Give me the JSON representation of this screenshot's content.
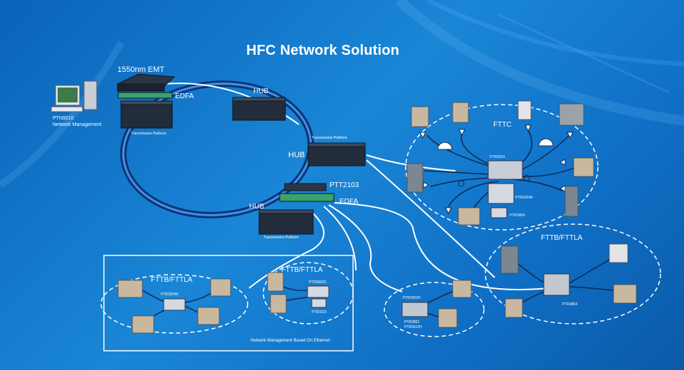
{
  "title": "HFC Network Solution",
  "management": {
    "name": "PTN9210",
    "caption": "Network Management"
  },
  "devices": {
    "emt": "1550nm EMT",
    "edfa_top": "EDFA",
    "transmission_top_left": "Transmission Platform",
    "hub_top": "HUB",
    "transmission_right": "Transmission Platform",
    "hub_right": "HUB",
    "ptt": "PTT2103",
    "edfa_mid": "EDFA",
    "hub_bottom": "HUB",
    "transmission_bottom": "Transmission Platform"
  },
  "groups": {
    "fttc": {
      "title": "FTTC",
      "node_main": "PTR3224",
      "node_2": "PTR3224A",
      "node_3": "PTR3004"
    },
    "fttb_left": {
      "title": "FTTB/FTTLA",
      "node": "PTR3224A"
    },
    "fttb_mid": {
      "title": "FTTB/FTTLA",
      "node_1": "PTR3502S",
      "node_2": "PTR3221"
    },
    "small": {
      "node_top": "PTR3202H",
      "node_bottom_1": "PTR3962",
      "node_bottom_2": "PTR3612H"
    },
    "fttb_right": {
      "title": "FTTB/FTTLA",
      "node": "PTR3804"
    }
  },
  "ethernet_box_caption": "Network Management Based On Ethernet",
  "colors": {
    "background": "#0f6ec4",
    "ring": "#0a3f8a",
    "ring_highlight": "#3d7fd6",
    "device": "#1d2a3a",
    "text": "#ffffff"
  }
}
